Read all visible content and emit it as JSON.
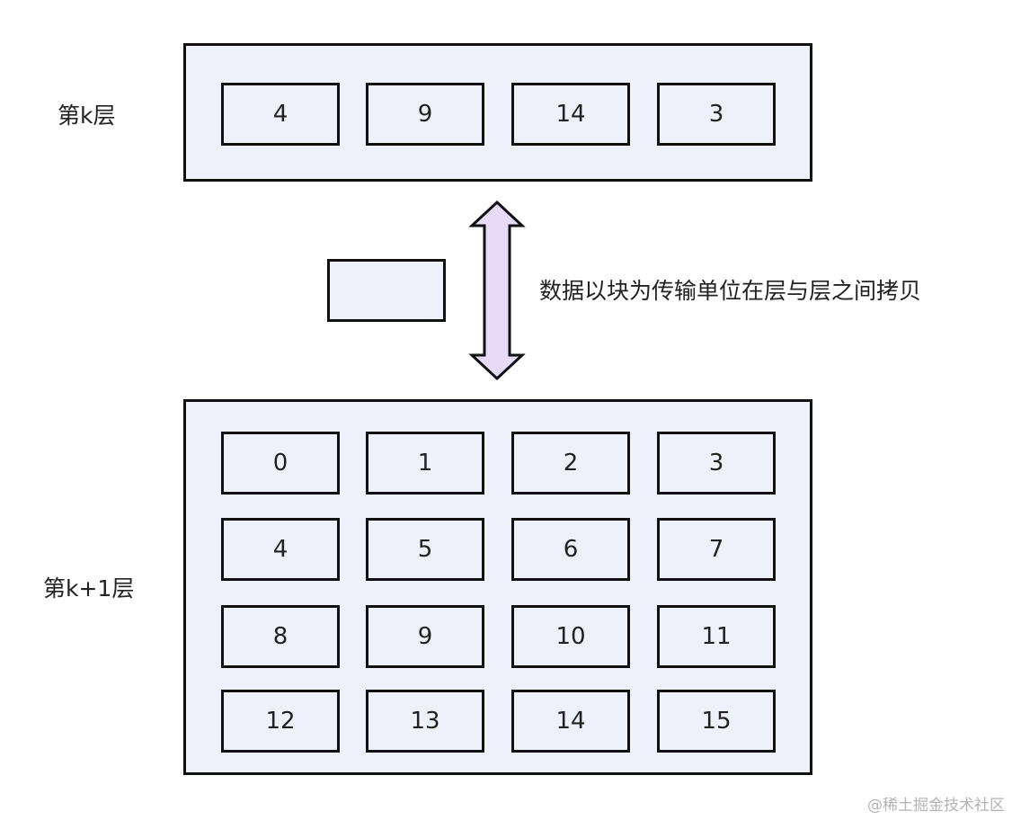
{
  "layers": {
    "k": {
      "label": "第k层",
      "blocks": [
        "4",
        "9",
        "14",
        "3"
      ]
    },
    "k_plus_1": {
      "label": "第k+1层",
      "rows": [
        [
          "0",
          "1",
          "2",
          "3"
        ],
        [
          "4",
          "5",
          "6",
          "7"
        ],
        [
          "8",
          "9",
          "10",
          "11"
        ],
        [
          "12",
          "13",
          "14",
          "15"
        ]
      ]
    }
  },
  "annotation": "数据以块为传输单位在层与层之间拷贝",
  "watermark": "@稀土掘金技术社区",
  "colors": {
    "block_fill": "#eff1fa",
    "border": "#111111",
    "arrow_fill": "#e6dcf9",
    "text": "#222222"
  }
}
